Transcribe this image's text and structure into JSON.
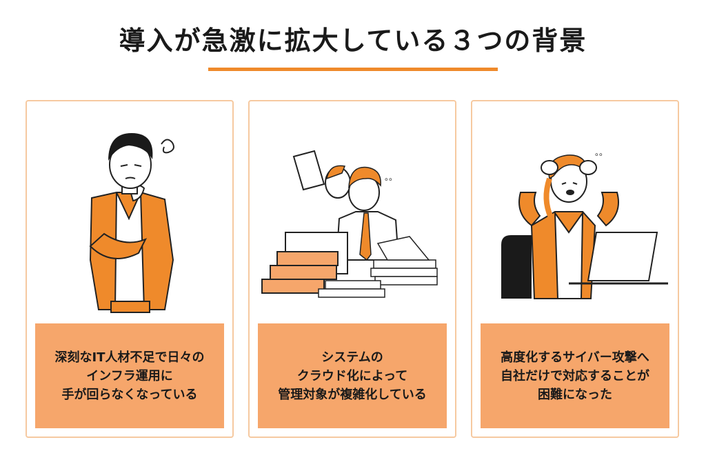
{
  "title": "導入が急激に拡大している３つの背景",
  "colors": {
    "accent": "#ef8a2b",
    "card_border": "#f6c9a0",
    "caption_bg": "#f6a66b",
    "text": "#1a1a1a"
  },
  "cards": [
    {
      "illustration": "thinking-man",
      "lines": [
        "深刻なIT人材不足で日々の",
        "インフラ運用に",
        "手が回らなくなっている"
      ]
    },
    {
      "illustration": "overwhelmed-workers-with-paperwork",
      "lines": [
        "システムの",
        "クラウド化によって",
        "管理対象が複雑化している"
      ]
    },
    {
      "illustration": "stressed-woman-at-laptop",
      "lines": [
        "高度化するサイバー攻撃へ",
        "自社だけで対応することが",
        "困難になった"
      ]
    }
  ]
}
